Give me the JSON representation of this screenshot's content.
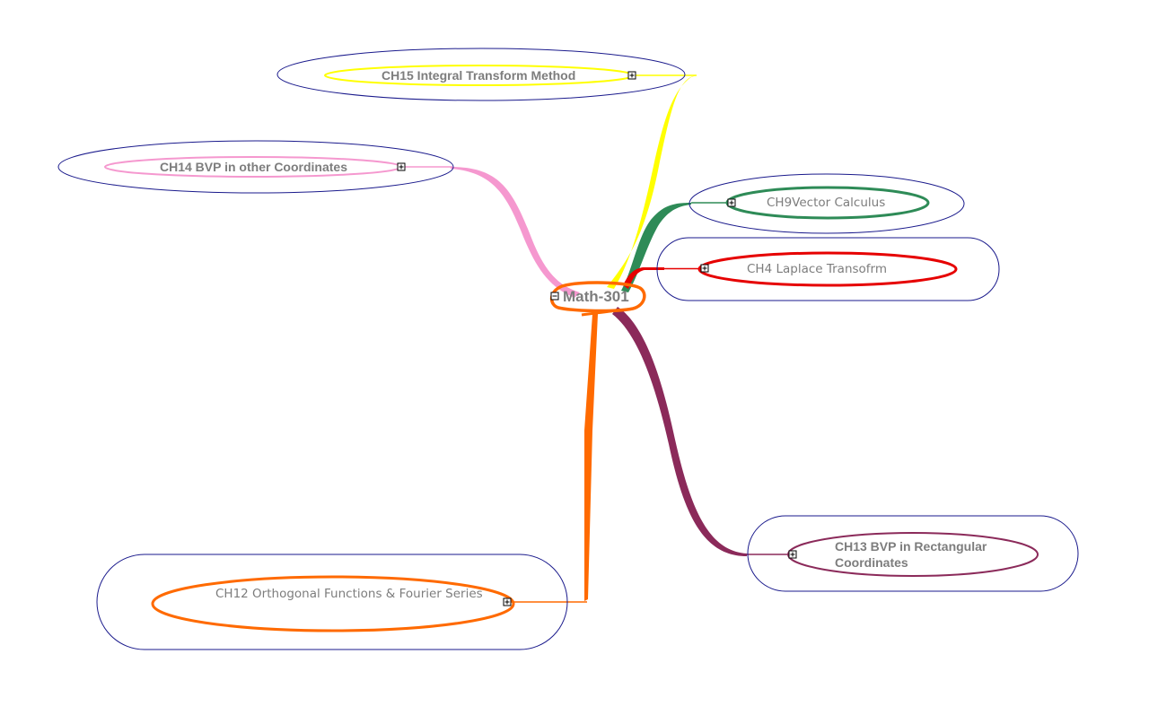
{
  "map": {
    "root": {
      "label": "Math-301",
      "color": "#ff6a00"
    },
    "topics": [
      {
        "id": "ch15",
        "label": "CH15 Integral Transform Method",
        "color": "#ffff00",
        "outline": "#1a1a8c"
      },
      {
        "id": "ch14",
        "label": "CH14 BVP in other Coordinates",
        "color": "#f598cf",
        "outline": "#1a1a8c"
      },
      {
        "id": "ch9",
        "label": "CH9Vector Calculus",
        "color": "#2e8b57",
        "outline": "#1a1a8c"
      },
      {
        "id": "ch4",
        "label": "CH4 Laplace Transofrm",
        "color": "#e60000",
        "outline": "#1a1a8c"
      },
      {
        "id": "ch13",
        "label": "CH13 BVP in Rectangular Coordinates",
        "color": "#8b2a5a",
        "outline": "#1a1a8c"
      },
      {
        "id": "ch12",
        "label": "CH12 Orthogonal Functions & Fourier Series",
        "color": "#ff6a00",
        "outline": "#1a1a8c"
      }
    ]
  }
}
